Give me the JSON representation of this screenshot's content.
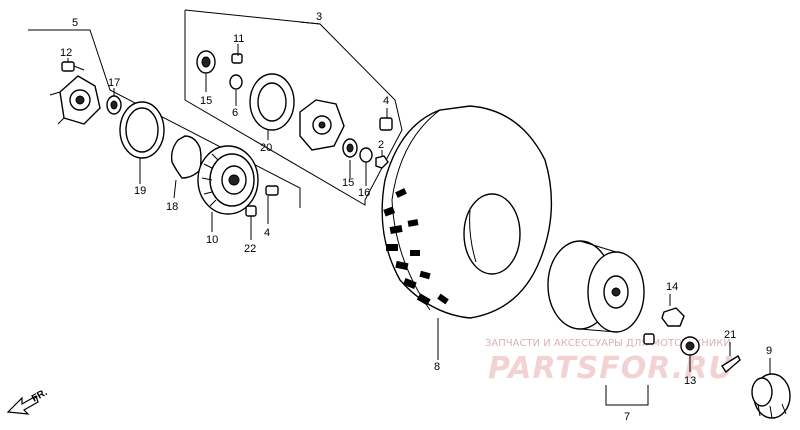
{
  "labels": {
    "p2": "2",
    "p3": "3",
    "p4a": "4",
    "p4b": "4",
    "p5": "5",
    "p6": "6",
    "p7": "7",
    "p8": "8",
    "p9": "9",
    "p10": "10",
    "p11": "11",
    "p12": "12",
    "p13": "13",
    "p14": "14",
    "p15a": "15",
    "p15b": "15",
    "p16": "16",
    "p17": "17",
    "p18": "18",
    "p19": "19",
    "p20": "20",
    "p21": "21",
    "p22": "22"
  },
  "direction": {
    "text": "FR."
  },
  "watermark": {
    "subtitle": "ЗАПЧАСТИ И АКСЕССУАРЫ ДЛЯ МОТОТЕХНИКИ",
    "logo": "PARTSFOR.RU"
  }
}
